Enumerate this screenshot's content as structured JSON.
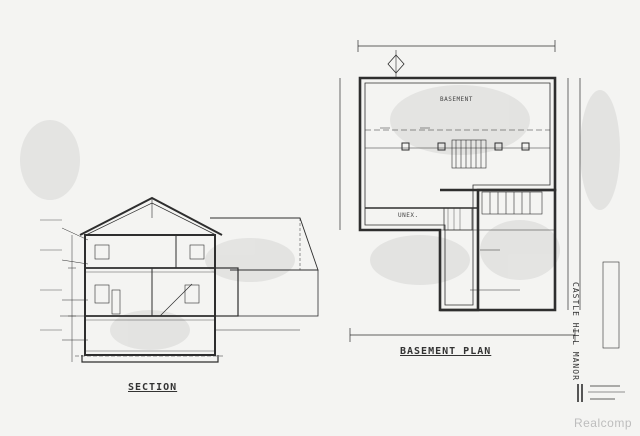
{
  "drawing": {
    "plan_title": "BASEMENT PLAN",
    "section_title": "SECTION",
    "side_title": "CASTLE HILL MANOR",
    "watermark": "Realcomp",
    "rooms": {
      "basement": "BASEMENT",
      "unex": "UNEX."
    },
    "colors": {
      "paper": "#f4f4f2",
      "ink": "#2e2e2e",
      "smudge": "#9a9a9a"
    }
  }
}
